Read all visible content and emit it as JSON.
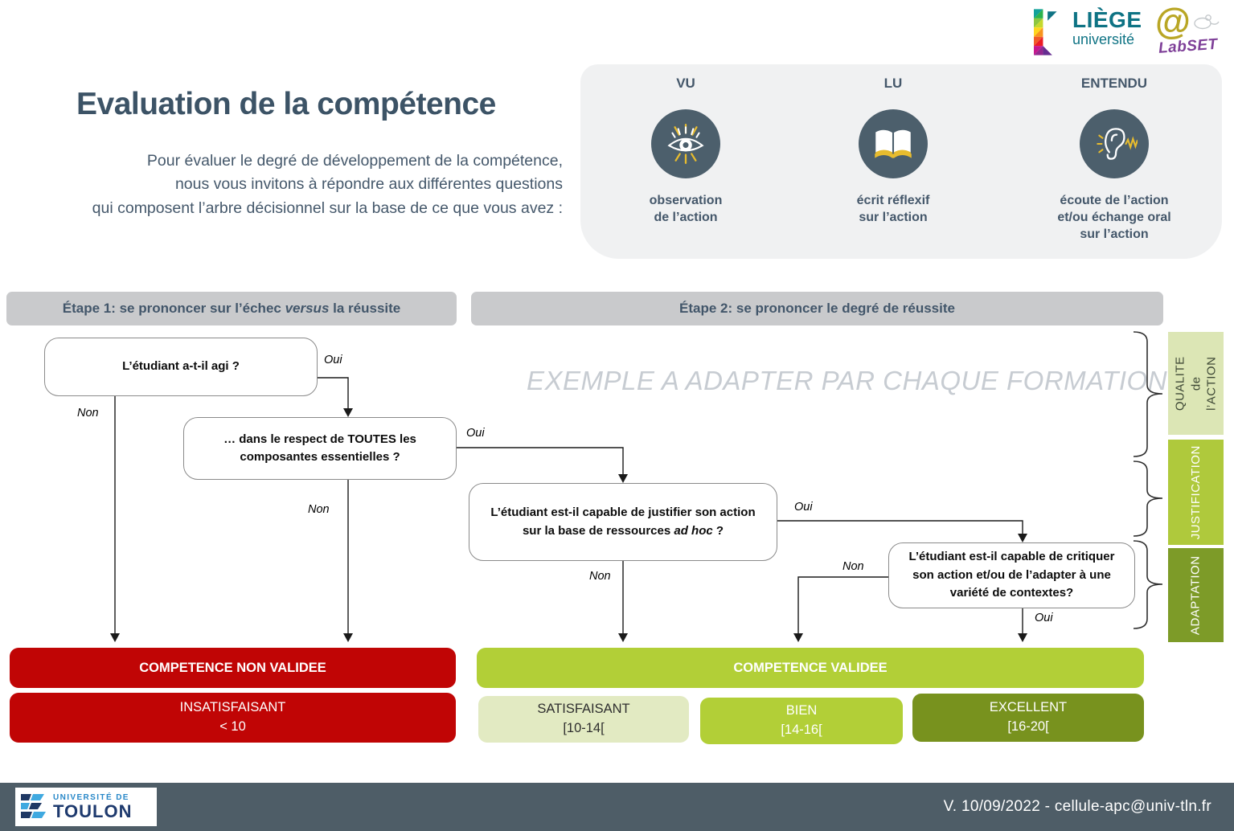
{
  "page": {
    "title": "Evaluation de la compétence",
    "intro": "Pour évaluer le degré de développement de la compétence,\nnous vous invitons à répondre aux différentes questions\nqui composent l’arbre décisionnel sur la base de ce que vous avez :",
    "watermark": "EXEMPLE A ADAPTER PAR CHAQUE FORMATION"
  },
  "logos": {
    "liege": {
      "line1": "LIÈGE",
      "line2": "université"
    },
    "labset": {
      "at": "@",
      "name": "LabSET"
    },
    "toulon": {
      "line1": "UNIVERSITÉ DE",
      "line2": "TOULON"
    }
  },
  "evidence_panel": {
    "items": [
      {
        "heading": "VU",
        "icon": "eye-icon",
        "caption": "observation\nde l’action"
      },
      {
        "heading": "LU",
        "icon": "book-icon",
        "caption": "écrit réflexif\nsur l’action"
      },
      {
        "heading": "ENTENDU",
        "icon": "ear-icon",
        "caption": "écoute de l’action\net/ou échange oral\nsur l’action"
      }
    ]
  },
  "steps": {
    "etape1_prefix": "Étape 1: se prononcer sur l’échec ",
    "etape1_italic": "versus",
    "etape1_suffix": " la réussite",
    "etape2": "Étape 2: se prononcer le degré de réussite"
  },
  "flowchart": {
    "oui": "Oui",
    "non": "Non",
    "q1": "L’étudiant a-t-il agi ?",
    "q2": "… dans le respect de TOUTES les composantes essentielles ?",
    "q3_line1": "L’étudiant est-il capable de justifier son action",
    "q3_prefix": "sur la base de ressources ",
    "q3_italic": "ad hoc",
    "q3_suffix": " ?",
    "q4": "L’étudiant est-il capable de critiquer son action et/ou de l’adapter à une variété de contextes?"
  },
  "criteria": {
    "quality": "QUALITE de\nl’ACTION",
    "justification": "JUSTIFICATION",
    "adaptation": "ADAPTATION"
  },
  "outcomes": {
    "fail_title": "COMPETENCE NON VALIDEE",
    "fail_grade": "INSATISFAISANT\n< 10",
    "pass_title": "COMPETENCE VALIDEE",
    "grades": [
      {
        "label": "SATISFAISANT",
        "range": "[10-14["
      },
      {
        "label": "BIEN",
        "range": "[14-16["
      },
      {
        "label": "EXCELLENT",
        "range": "[16-20["
      }
    ]
  },
  "footer": {
    "version": "V. 10/09/2022 - cellule-apc@univ-tln.fr"
  },
  "colors": {
    "slate": "#44576A",
    "footer_slate": "#4E5D67",
    "accent_red": "#C00505",
    "green_mid": "#B2CF37",
    "green_pale": "#E2EAC2",
    "green_dark": "#78921E",
    "yellow": "#E8BC2E",
    "gray_header": "#C9CACC"
  }
}
